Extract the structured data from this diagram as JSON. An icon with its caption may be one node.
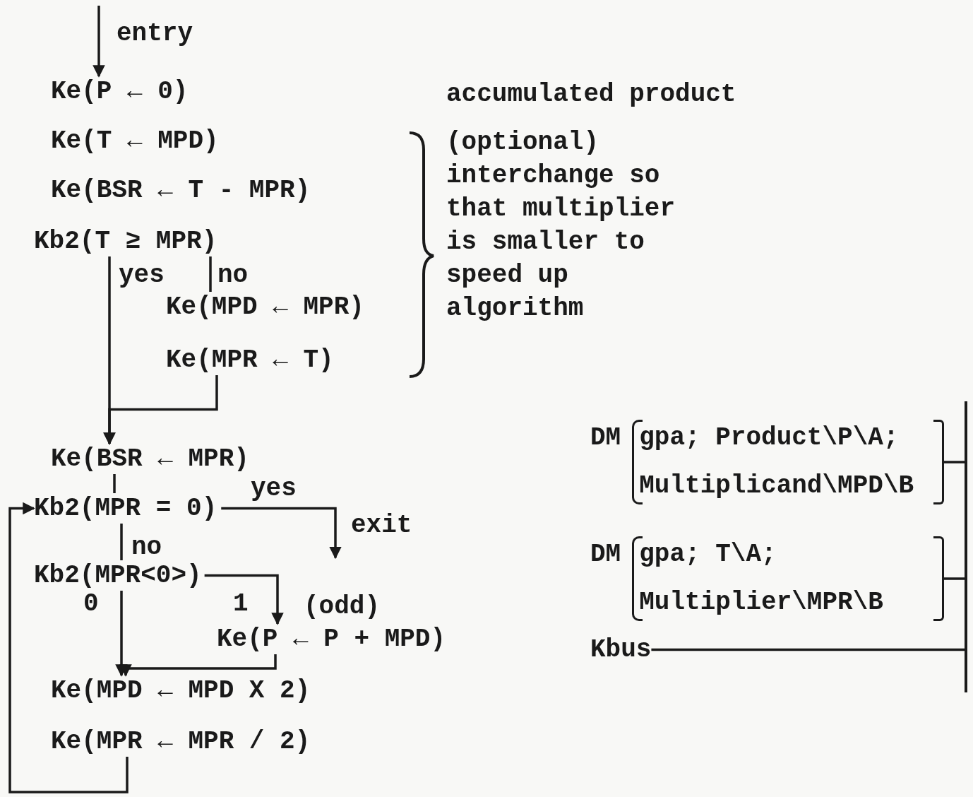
{
  "diagram": {
    "nodes": [
      {
        "text": [
          "Ke(P ← 0)"
        ]
      },
      {
        "text": [
          "Ke(T ← MPD)"
        ]
      },
      {
        "text": [
          "Ke(BSR ← T - MPR)"
        ]
      },
      {
        "text": [
          "Kb2(T ≥ MPR)"
        ]
      },
      {
        "text": [
          "Ke(MPD ← MPR)"
        ]
      },
      {
        "text": [
          "Ke(MPR ← T)"
        ]
      },
      {
        "text": [
          "Ke(BSR ← MPR)"
        ]
      },
      {
        "text": [
          "Kb2(MPR = 0)"
        ]
      },
      {
        "text": [
          "Kb2(MPR<0>)"
        ]
      },
      {
        "text": [
          "Ke(P ← P + MPD)"
        ]
      },
      {
        "text": [
          "Ke(MPD ← MPD X 2)"
        ]
      },
      {
        "text": [
          "Ke(MPR ← MPR / 2)"
        ]
      },
      {
        "text": [
          "DM",
          "gpa; Product\\P\\A; Multiplicand\\MPD\\B"
        ]
      },
      {
        "text": [
          "DM",
          "gpa; T\\A; Multiplier\\MPR\\B"
        ]
      },
      {
        "text": [
          "Kbus"
        ]
      },
      {
        "text": [],
        "shape": "bar"
      }
    ],
    "edges": [
      {
        "from": null,
        "to": 0,
        "arrow": "to",
        "label": "entry"
      },
      {
        "from": 3,
        "to": 6,
        "arrow": "to",
        "label": "yes"
      },
      {
        "from": 3,
        "to": 4,
        "arrow": "none",
        "label": "no"
      },
      {
        "from": 5,
        "to": 6,
        "arrow": "to"
      },
      {
        "from": 6,
        "to": 7,
        "arrow": "none"
      },
      {
        "from": 11,
        "to": 7,
        "arrow": "to"
      },
      {
        "from": 7,
        "to": null,
        "arrow": "to",
        "label": "yes"
      },
      {
        "from": 7,
        "to": 8,
        "arrow": "none",
        "label": "no"
      },
      {
        "from": 8,
        "to": 9,
        "arrow": "to",
        "label": "1"
      },
      {
        "from": 8,
        "to": 10,
        "arrow": "to",
        "label": "0"
      },
      {
        "from": 9,
        "to": 10,
        "arrow": "to"
      },
      {
        "from": 12,
        "to": 15,
        "arrow": "none"
      },
      {
        "from": 13,
        "to": 15,
        "arrow": "none"
      },
      {
        "from": 14,
        "to": 15,
        "arrow": "none"
      }
    ],
    "labels": [
      "accumulated product",
      "(optional) interchange so that multiplier is smaller to speed up algorithm",
      "exit",
      "(odd)"
    ]
  }
}
